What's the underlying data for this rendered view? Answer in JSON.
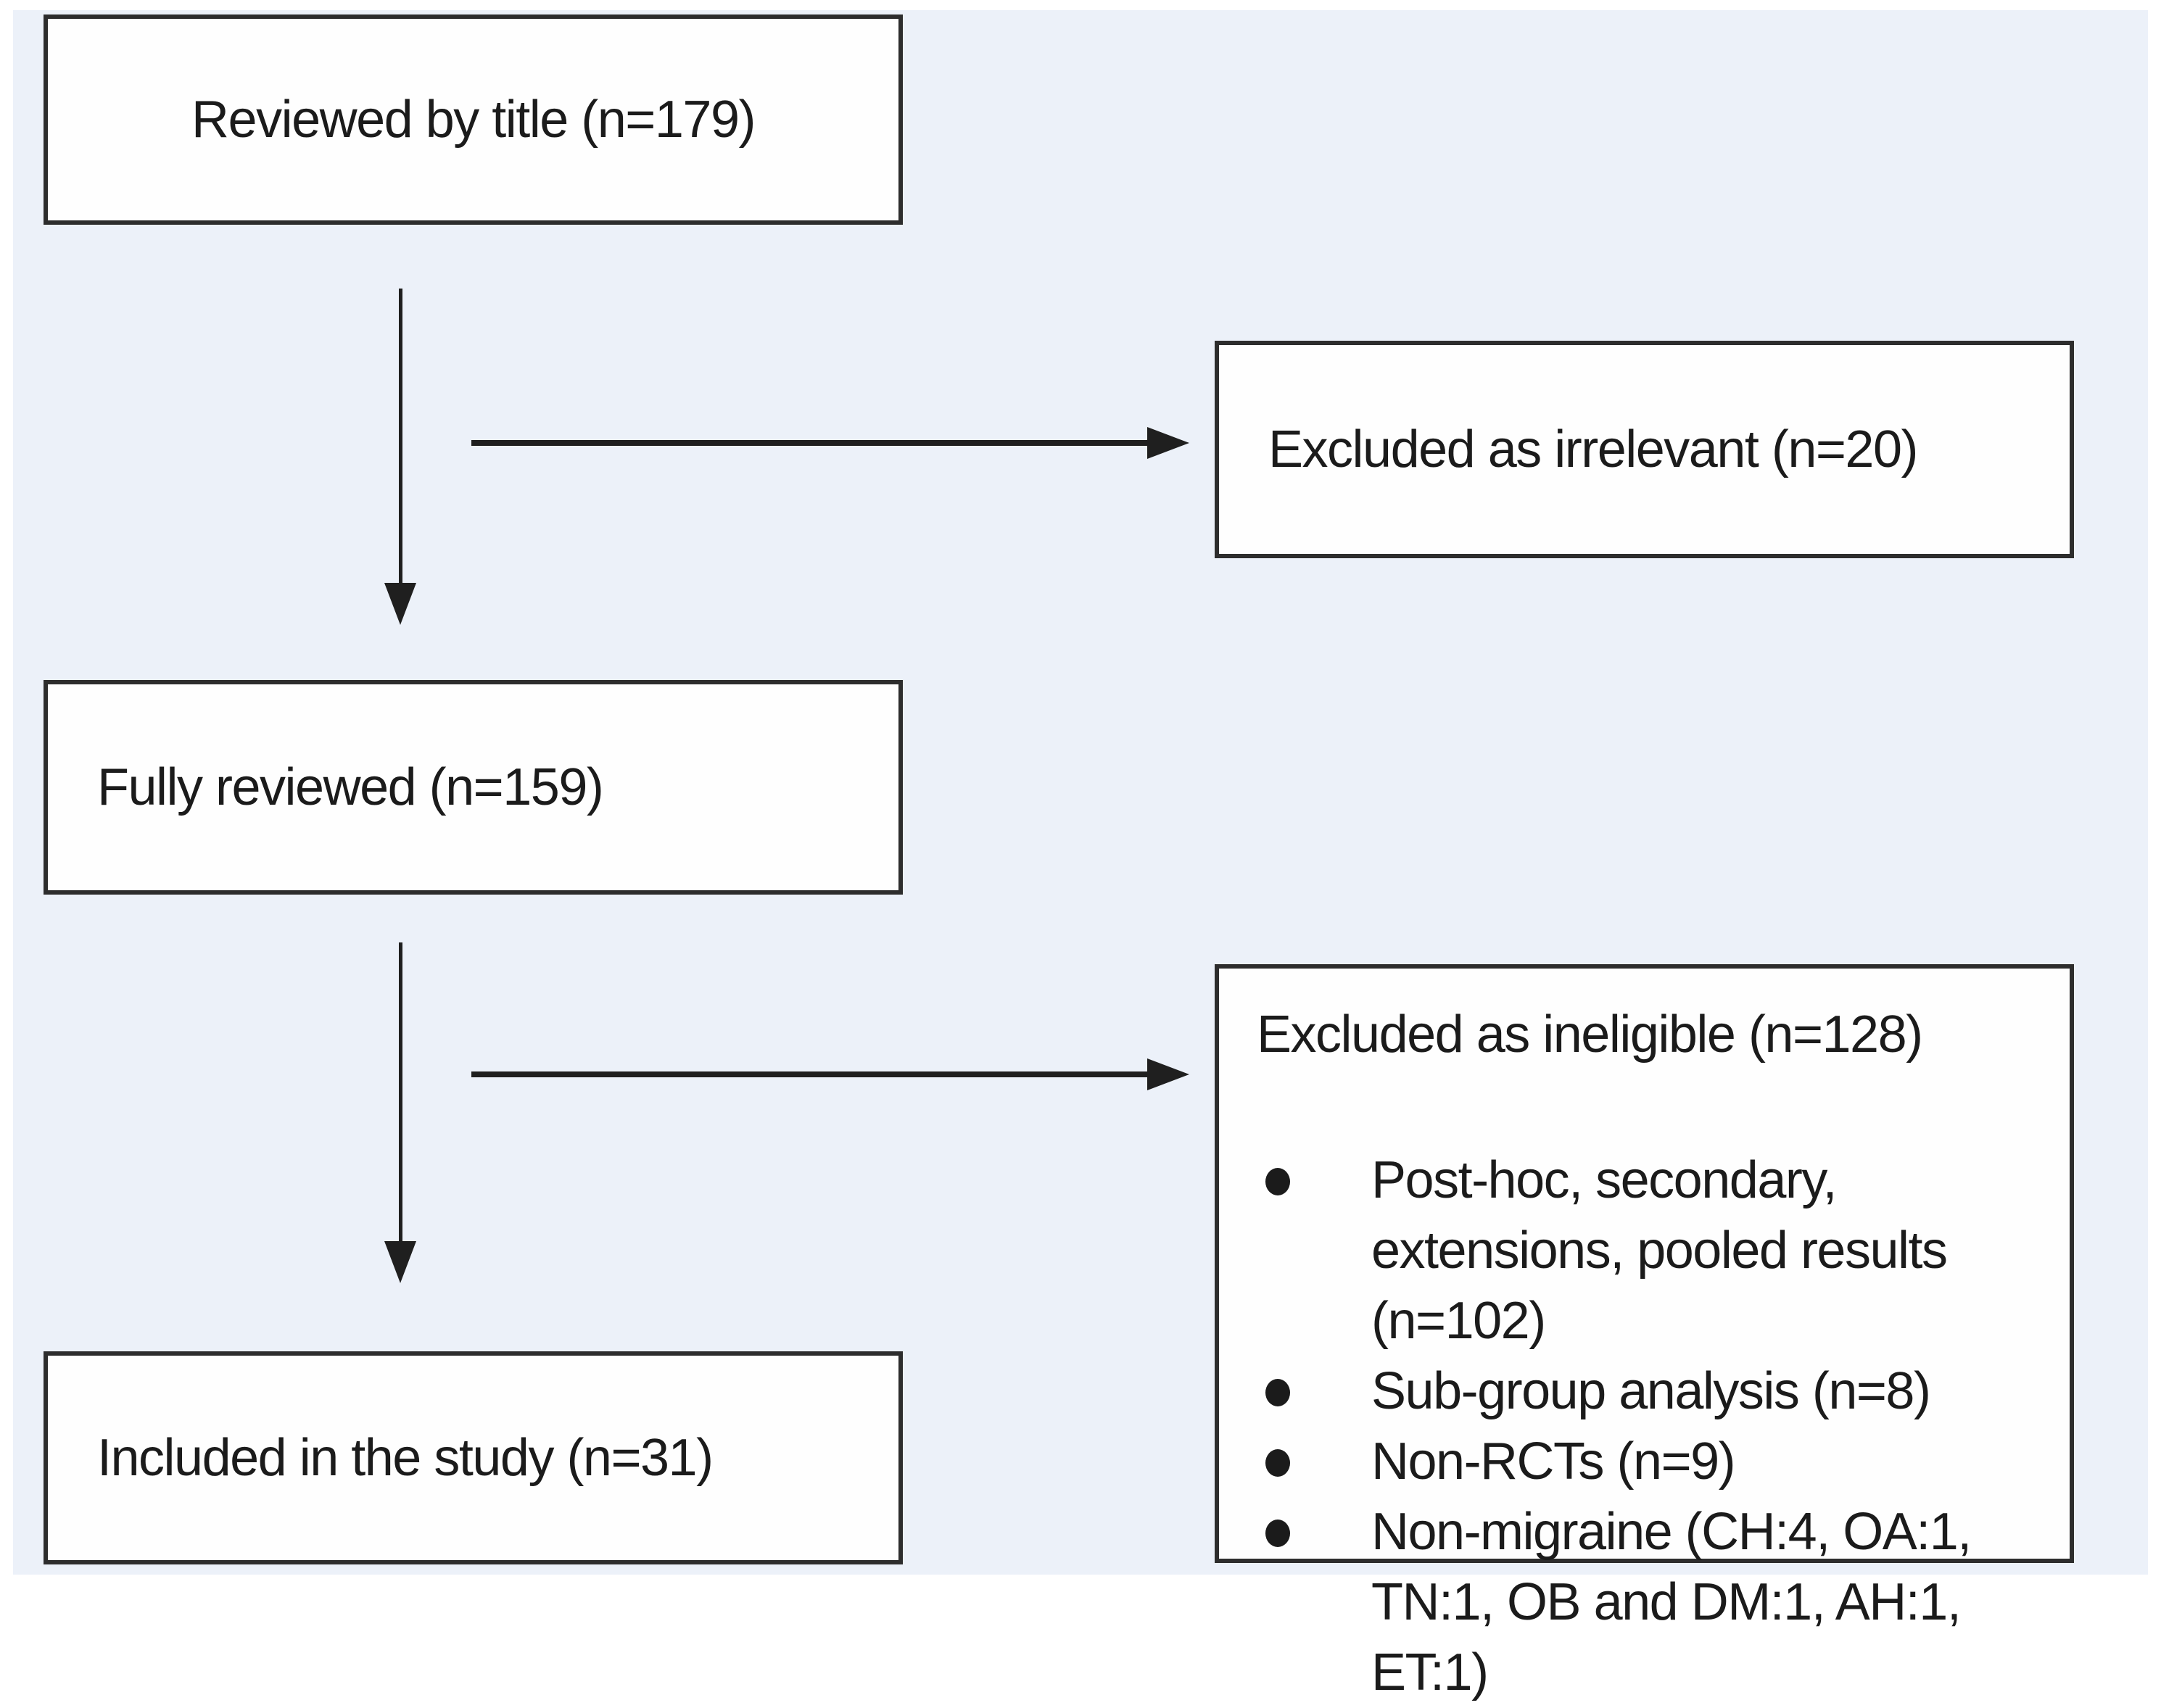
{
  "page": {
    "background": "#ffffff",
    "panel_background": "#ecf1f9"
  },
  "flowchart": {
    "colors": {
      "box_fill": "#fefefe",
      "box_border": "#2d2d2d",
      "text": "#1b1b1b",
      "arrow": "#1f1f1f"
    },
    "boxes": {
      "reviewed": {
        "label": "Reviewed by title (n=179)"
      },
      "excluded_irrelevant": {
        "label": "Excluded as irrelevant (n=20)"
      },
      "fully_reviewed": {
        "label": "Fully reviewed (n=159)"
      },
      "excluded_ineligible": {
        "title": "Excluded as ineligible (n=128)",
        "bullets": [
          "Post-hoc, secondary, extensions, pooled results (n=102)",
          "Sub-group analysis (n=8)",
          "Non-RCTs (n=9)",
          "Non-migraine (CH:4, OA:1, TN:1, OB and DM:1, AH:1, ET:1)"
        ]
      },
      "included": {
        "label": "Included in the study (n=31)"
      }
    }
  }
}
